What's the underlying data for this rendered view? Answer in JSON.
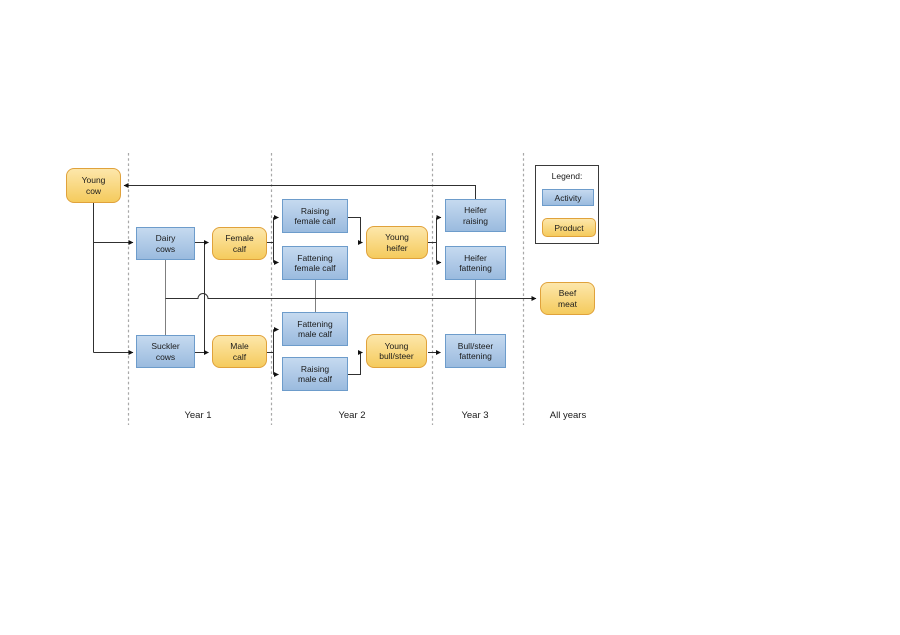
{
  "diagram_type": "cattle-production-flow",
  "legend": {
    "title": "Legend:",
    "items": [
      {
        "label": "Activity",
        "type": "activity"
      },
      {
        "label": "Product",
        "type": "product"
      }
    ]
  },
  "columns": [
    "Year 1",
    "Year 2",
    "Year 3",
    "All years"
  ],
  "nodes": {
    "young_cow": {
      "label": "Young cow",
      "line1": "Young",
      "line2": "cow",
      "type": "product"
    },
    "dairy_cows": {
      "label": "Dairy cows",
      "line1": "Dairy",
      "line2": "cows",
      "type": "activity"
    },
    "suckler_cows": {
      "label": "Suckler cows",
      "line1": "Suckler",
      "line2": "cows",
      "type": "activity"
    },
    "female_calf": {
      "label": "Female calf",
      "line1": "Female",
      "line2": "calf",
      "type": "product"
    },
    "male_calf": {
      "label": "Male calf",
      "line1": "Male",
      "line2": "calf",
      "type": "product"
    },
    "raising_female_calf": {
      "label": "Raising female calf",
      "line1": "Raising",
      "line2": "female calf",
      "type": "activity"
    },
    "fattening_female_calf": {
      "label": "Fattening female calf",
      "line1": "Fattening",
      "line2": "female calf",
      "type": "activity"
    },
    "fattening_male_calf": {
      "label": "Fattening male calf",
      "line1": "Fattening",
      "line2": "male calf",
      "type": "activity"
    },
    "raising_male_calf": {
      "label": "Raising male calf",
      "line1": "Raising",
      "line2": "male calf",
      "type": "activity"
    },
    "young_heifer": {
      "label": "Young heifer",
      "line1": "Young",
      "line2": "heifer",
      "type": "product"
    },
    "young_bull_steer": {
      "label": "Young bull/steer",
      "line1": "Young",
      "line2": "bull/steer",
      "type": "product"
    },
    "heifer_raising": {
      "label": "Heifer raising",
      "line1": "Heifer",
      "line2": "raising",
      "type": "activity"
    },
    "heifer_fattening": {
      "label": "Heifer fattening",
      "line1": "Heifer",
      "line2": "fattening",
      "type": "activity"
    },
    "bull_steer_fattening": {
      "label": "Bull/steer fattening",
      "line1": "Bull/steer",
      "line2": "fattening",
      "type": "activity"
    },
    "beef_meat": {
      "label": "Beef meat",
      "line1": "Beef",
      "line2": "meat",
      "type": "product"
    }
  },
  "edges": [
    {
      "from": "heifer_raising",
      "to": "young_cow"
    },
    {
      "from": "young_cow",
      "to": "dairy_cows"
    },
    {
      "from": "young_cow",
      "to": "suckler_cows"
    },
    {
      "from": "dairy_cows",
      "to": "female_calf"
    },
    {
      "from": "dairy_cows",
      "to": "male_calf"
    },
    {
      "from": "suckler_cows",
      "to": "female_calf"
    },
    {
      "from": "suckler_cows",
      "to": "male_calf"
    },
    {
      "from": "female_calf",
      "to": "raising_female_calf"
    },
    {
      "from": "female_calf",
      "to": "fattening_female_calf"
    },
    {
      "from": "raising_female_calf",
      "to": "young_heifer"
    },
    {
      "from": "young_heifer",
      "to": "heifer_raising"
    },
    {
      "from": "young_heifer",
      "to": "heifer_fattening"
    },
    {
      "from": "male_calf",
      "to": "fattening_male_calf"
    },
    {
      "from": "male_calf",
      "to": "raising_male_calf"
    },
    {
      "from": "raising_male_calf",
      "to": "young_bull_steer"
    },
    {
      "from": "young_bull_steer",
      "to": "bull_steer_fattening"
    },
    {
      "from": "dairy_cows",
      "to": "beef_meat"
    },
    {
      "from": "suckler_cows",
      "to": "beef_meat"
    },
    {
      "from": "fattening_female_calf",
      "to": "beef_meat"
    },
    {
      "from": "fattening_male_calf",
      "to": "beef_meat"
    },
    {
      "from": "heifer_fattening",
      "to": "beef_meat"
    },
    {
      "from": "bull_steer_fattening",
      "to": "beef_meat"
    }
  ],
  "colors": {
    "activity_fill": "#A6C5E7",
    "activity_border": "#6D9CCB",
    "product_fill": "#FBD365",
    "product_border": "#E0A23B",
    "connector": "#303030",
    "connector_soft": "#7F7F7F",
    "divider": "#A8A8A8",
    "arrowhead": "#111111"
  }
}
